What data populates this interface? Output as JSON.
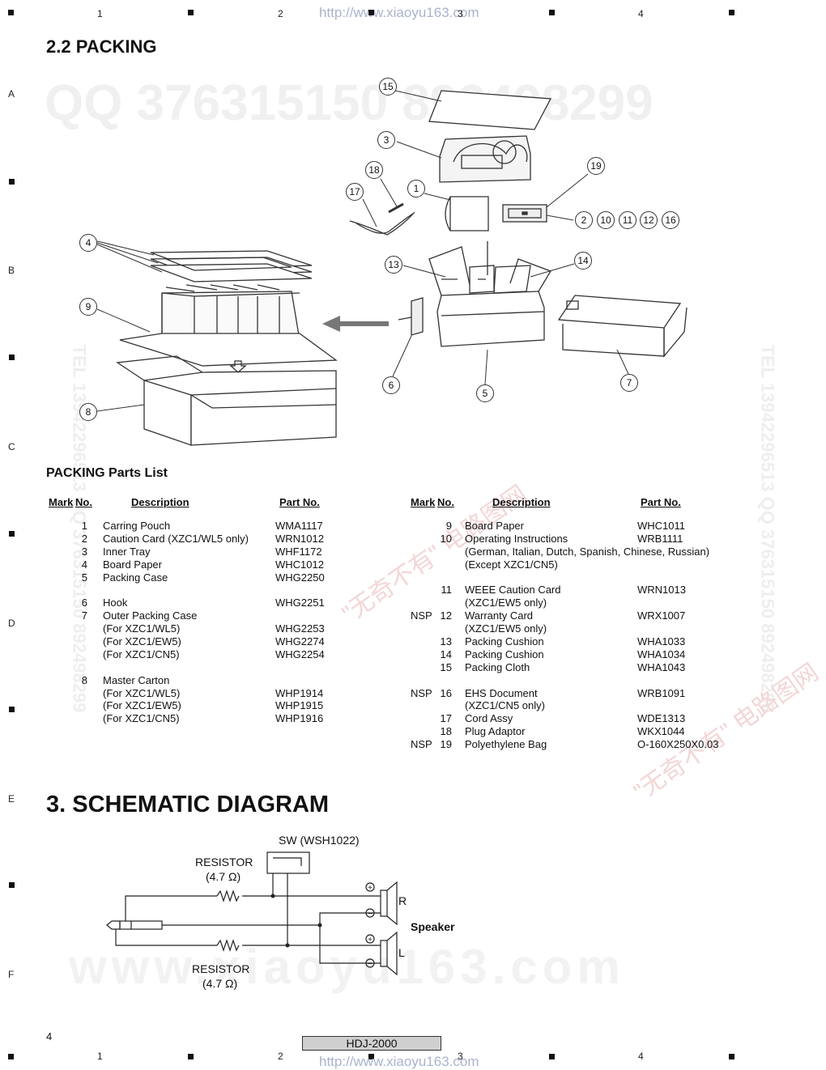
{
  "header": {
    "url": "http://www.xiaoyu163.com",
    "col_numbers": [
      "1",
      "2",
      "3",
      "4"
    ]
  },
  "row_letters": [
    "A",
    "B",
    "C",
    "D",
    "E",
    "F"
  ],
  "section_title": "2.2 PACKING",
  "figure_callouts": [
    "15",
    "3",
    "18",
    "1",
    "17",
    "19",
    "2",
    "10",
    "11",
    "12",
    "16",
    "4",
    "13",
    "14",
    "9",
    "6",
    "5",
    "7",
    "8"
  ],
  "watermarks": [
    "QQ 376315150  892498299",
    "www.xiaoyu163.com",
    "TEL 13942296513  QQ 376315150  892498299",
    "\"无奇不有\" 电路图网"
  ],
  "parts_list": {
    "title": "PACKING Parts List",
    "headers": {
      "mark": "Mark",
      "no": "No.",
      "description": "Description",
      "part_no": "Part No."
    },
    "left": [
      {
        "mark": "",
        "no": "1",
        "desc": "Carring Pouch",
        "part": "WMA1117"
      },
      {
        "mark": "",
        "no": "2",
        "desc": "Caution Card (XZC1/WL5 only)",
        "part": "WRN1012"
      },
      {
        "mark": "",
        "no": "3",
        "desc": "Inner Tray",
        "part": "WHF1172"
      },
      {
        "mark": "",
        "no": "4",
        "desc": "Board Paper",
        "part": "WHC1012"
      },
      {
        "mark": "",
        "no": "5",
        "desc": "Packing Case",
        "part": "WHG2250"
      },
      {
        "gap": true
      },
      {
        "mark": "",
        "no": "6",
        "desc": "Hook",
        "part": "WHG2251"
      },
      {
        "mark": "",
        "no": "7",
        "desc": "Outer Packing Case",
        "part": ""
      },
      {
        "mark": "",
        "no": "",
        "desc": "(For XZC1/WL5)",
        "part": "WHG2253"
      },
      {
        "mark": "",
        "no": "",
        "desc": "(For XZC1/EW5)",
        "part": "WHG2274"
      },
      {
        "mark": "",
        "no": "",
        "desc": "(For XZC1/CN5)",
        "part": "WHG2254"
      },
      {
        "gap": true
      },
      {
        "mark": "",
        "no": "8",
        "desc": "Master Carton",
        "part": ""
      },
      {
        "mark": "",
        "no": "",
        "desc": "(For XZC1/WL5)",
        "part": "WHP1914"
      },
      {
        "mark": "",
        "no": "",
        "desc": "(For XZC1/EW5)",
        "part": "WHP1915"
      },
      {
        "mark": "",
        "no": "",
        "desc": "(For XZC1/CN5)",
        "part": "WHP1916"
      }
    ],
    "right": [
      {
        "mark": "",
        "no": "9",
        "desc": "Board Paper",
        "part": "WHC1011"
      },
      {
        "mark": "",
        "no": "10",
        "desc": "Operating Instructions",
        "part": "WRB1111"
      },
      {
        "mark": "",
        "no": "",
        "desc": "(German, Italian, Dutch, Spanish, Chinese, Russian)",
        "part": ""
      },
      {
        "mark": "",
        "no": "",
        "desc": "(Except XZC1/CN5)",
        "part": ""
      },
      {
        "gap": true
      },
      {
        "mark": "",
        "no": "11",
        "desc": "WEEE Caution Card",
        "part": "WRN1013"
      },
      {
        "mark": "",
        "no": "",
        "desc": "(XZC1/EW5 only)",
        "part": ""
      },
      {
        "mark": "NSP",
        "no": "12",
        "desc": "Warranty Card",
        "part": "WRX1007"
      },
      {
        "mark": "",
        "no": "",
        "desc": "(XZC1/EW5 only)",
        "part": ""
      },
      {
        "mark": "",
        "no": "13",
        "desc": "Packing Cushion",
        "part": "WHA1033"
      },
      {
        "mark": "",
        "no": "14",
        "desc": "Packing Cushion",
        "part": "WHA1034"
      },
      {
        "mark": "",
        "no": "15",
        "desc": "Packing Cloth",
        "part": "WHA1043"
      },
      {
        "gap": true
      },
      {
        "mark": "NSP",
        "no": "16",
        "desc": "EHS Document",
        "part": "WRB1091"
      },
      {
        "mark": "",
        "no": "",
        "desc": "(XZC1/CN5 only)",
        "part": ""
      },
      {
        "mark": "",
        "no": "17",
        "desc": "Cord Assy",
        "part": "WDE1313"
      },
      {
        "mark": "",
        "no": "18",
        "desc": "Plug Adaptor",
        "part": "WKX1044"
      },
      {
        "mark": "NSP",
        "no": "19",
        "desc": "Polyethylene Bag",
        "part": "O-160X250X0.03"
      }
    ]
  },
  "schematic": {
    "title": "3. SCHEMATIC DIAGRAM",
    "switch_label": "SW (WSH1022)",
    "resistor_label": "RESISTOR",
    "resistor_value": "(4.7 Ω)",
    "plus": "+",
    "minus": "−",
    "right_channel": "R",
    "left_channel": "L",
    "speaker_label": "Speaker"
  },
  "footer": {
    "page_number": "4",
    "model": "HDJ-2000",
    "url": "http://www.xiaoyu163.com"
  }
}
